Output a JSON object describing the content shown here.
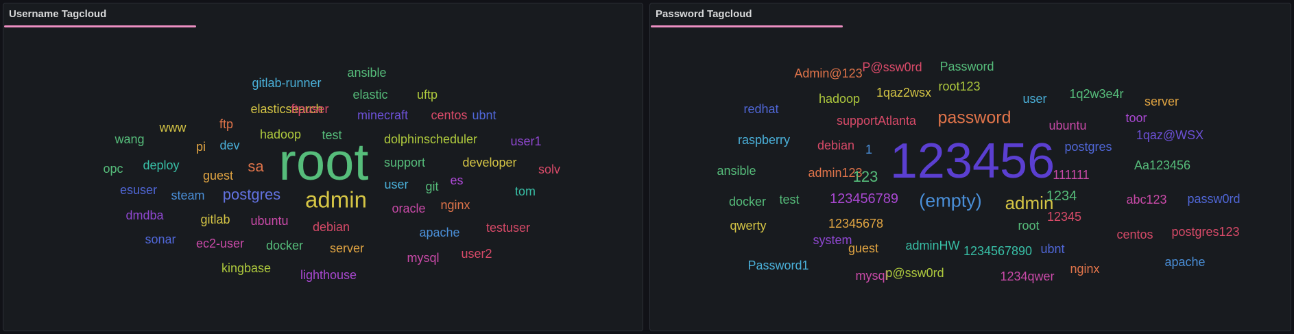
{
  "panels": {
    "username": {
      "title": "Username Tagcloud",
      "words": [
        {
          "text": "root",
          "color": "#56bd7b"
        },
        {
          "text": "admin",
          "color": "#d5c545"
        },
        {
          "text": "postgres",
          "color": "#6272e0"
        },
        {
          "text": "ansible",
          "color": "#56bd7b"
        },
        {
          "text": "gitlab-runner",
          "color": "#4ab0d9"
        },
        {
          "text": "elastic",
          "color": "#56bd7b"
        },
        {
          "text": "uftp",
          "color": "#aec93d"
        },
        {
          "text": "elasticsearch",
          "color": "#d5c545"
        },
        {
          "text": "ftpuser",
          "color": "#d74a68"
        },
        {
          "text": "minecraft",
          "color": "#6c50d6"
        },
        {
          "text": "centos",
          "color": "#d74a68"
        },
        {
          "text": "ubnt",
          "color": "#5067d8"
        },
        {
          "text": "www",
          "color": "#d5c545"
        },
        {
          "text": "ftp",
          "color": "#e0744a"
        },
        {
          "text": "wang",
          "color": "#56bd7b"
        },
        {
          "text": "hadoop",
          "color": "#aec93d"
        },
        {
          "text": "test",
          "color": "#56bd7b"
        },
        {
          "text": "dolphinscheduler",
          "color": "#aec93d"
        },
        {
          "text": "user1",
          "color": "#8e47cf"
        },
        {
          "text": "pi",
          "color": "#e0a442"
        },
        {
          "text": "dev",
          "color": "#4ab0d9"
        },
        {
          "text": "opc",
          "color": "#56bd7b"
        },
        {
          "text": "deploy",
          "color": "#38bfa6"
        },
        {
          "text": "sa",
          "color": "#e0744a"
        },
        {
          "text": "support",
          "color": "#56bd7b"
        },
        {
          "text": "developer",
          "color": "#d5c545"
        },
        {
          "text": "solv",
          "color": "#d74a68"
        },
        {
          "text": "guest",
          "color": "#e0a442"
        },
        {
          "text": "es",
          "color": "#a948d1"
        },
        {
          "text": "esuser",
          "color": "#5067d8"
        },
        {
          "text": "user",
          "color": "#4ab0d9"
        },
        {
          "text": "git",
          "color": "#56bd7b"
        },
        {
          "text": "tom",
          "color": "#38bfa6"
        },
        {
          "text": "steam",
          "color": "#4a8fd8"
        },
        {
          "text": "oracle",
          "color": "#c94aa8"
        },
        {
          "text": "nginx",
          "color": "#e0744a"
        },
        {
          "text": "dmdba",
          "color": "#8e47cf"
        },
        {
          "text": "gitlab",
          "color": "#d5c545"
        },
        {
          "text": "ubuntu",
          "color": "#c94aa8"
        },
        {
          "text": "debian",
          "color": "#d74a68"
        },
        {
          "text": "testuser",
          "color": "#d74a68"
        },
        {
          "text": "apache",
          "color": "#4a8fd8"
        },
        {
          "text": "sonar",
          "color": "#5067d8"
        },
        {
          "text": "ec2-user",
          "color": "#c94aa8"
        },
        {
          "text": "docker",
          "color": "#56bd7b"
        },
        {
          "text": "server",
          "color": "#e0a442"
        },
        {
          "text": "user2",
          "color": "#d74a68"
        },
        {
          "text": "mysql",
          "color": "#c94aa8"
        },
        {
          "text": "kingbase",
          "color": "#aec93d"
        },
        {
          "text": "lighthouse",
          "color": "#a948d1"
        }
      ]
    },
    "password": {
      "title": "Password Tagcloud",
      "words": [
        {
          "text": "123456",
          "color": "#5b3fd1"
        },
        {
          "text": "password",
          "color": "#e0744a"
        },
        {
          "text": "(empty)",
          "color": "#4a8fd8"
        },
        {
          "text": "admin",
          "color": "#d5c545"
        },
        {
          "text": "Admin@123",
          "color": "#e0744a"
        },
        {
          "text": "P@ssw0rd",
          "color": "#d74a68"
        },
        {
          "text": "Password",
          "color": "#56bd7b"
        },
        {
          "text": "hadoop",
          "color": "#aec93d"
        },
        {
          "text": "1qaz2wsx",
          "color": "#d5c545"
        },
        {
          "text": "root123",
          "color": "#aec93d"
        },
        {
          "text": "user",
          "color": "#4ab0d9"
        },
        {
          "text": "1q2w3e4r",
          "color": "#56bd7b"
        },
        {
          "text": "server",
          "color": "#e0a442"
        },
        {
          "text": "redhat",
          "color": "#5067d8"
        },
        {
          "text": "supportAtlanta",
          "color": "#d74a68"
        },
        {
          "text": "ubuntu",
          "color": "#c94aa8"
        },
        {
          "text": "toor",
          "color": "#a948d1"
        },
        {
          "text": "raspberry",
          "color": "#4ab0d9"
        },
        {
          "text": "debian",
          "color": "#d74a68"
        },
        {
          "text": "1",
          "color": "#4a8fd8"
        },
        {
          "text": "postgres",
          "color": "#5067d8"
        },
        {
          "text": "1qaz@WSX",
          "color": "#6c50d6"
        },
        {
          "text": "ansible",
          "color": "#56bd7b"
        },
        {
          "text": "admin123",
          "color": "#e0744a"
        },
        {
          "text": "123",
          "color": "#56bd7b"
        },
        {
          "text": "111111",
          "color": "#c94aa8"
        },
        {
          "text": "Aa123456",
          "color": "#56bd7b"
        },
        {
          "text": "docker",
          "color": "#56bd7b"
        },
        {
          "text": "test",
          "color": "#56bd7b"
        },
        {
          "text": "123456789",
          "color": "#a948d1"
        },
        {
          "text": "1234",
          "color": "#56bd7b"
        },
        {
          "text": "abc123",
          "color": "#c94aa8"
        },
        {
          "text": "passw0rd",
          "color": "#5067d8"
        },
        {
          "text": "qwerty",
          "color": "#d5c545"
        },
        {
          "text": "12345678",
          "color": "#e0a442"
        },
        {
          "text": "root",
          "color": "#56bd7b"
        },
        {
          "text": "12345",
          "color": "#d74a68"
        },
        {
          "text": "centos",
          "color": "#d74a68"
        },
        {
          "text": "postgres123",
          "color": "#d74a68"
        },
        {
          "text": "system",
          "color": "#8e47cf"
        },
        {
          "text": "guest",
          "color": "#e0a442"
        },
        {
          "text": "adminHW",
          "color": "#38bfa6"
        },
        {
          "text": "1234567890",
          "color": "#38bfa6"
        },
        {
          "text": "ubnt",
          "color": "#5067d8"
        },
        {
          "text": "apache",
          "color": "#4a8fd8"
        },
        {
          "text": "Password1",
          "color": "#4ab0d9"
        },
        {
          "text": "mysql",
          "color": "#c94aa8"
        },
        {
          "text": "p@ssw0rd",
          "color": "#aec93d"
        },
        {
          "text": "1234qwer",
          "color": "#c94aa8"
        },
        {
          "text": "nginx",
          "color": "#e0744a"
        }
      ]
    }
  }
}
